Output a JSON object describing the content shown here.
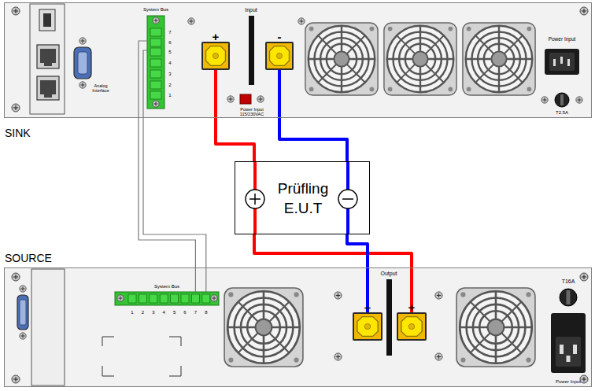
{
  "diagram": {
    "nodes": [
      {
        "text": [
          "SINK"
        ]
      },
      {
        "text": [
          "+"
        ],
        "in": 0
      },
      {
        "text": [
          "-"
        ],
        "in": 0
      },
      {
        "text": [
          "Prüfling E.U.T"
        ]
      },
      {
        "text": [
          "SOURCE"
        ]
      },
      {
        "text": [
          "–"
        ],
        "in": 4
      },
      {
        "text": [
          "+"
        ],
        "in": 4
      }
    ],
    "edges": [
      {
        "from": 1,
        "to": 3,
        "arrow": "none"
      },
      {
        "from": 2,
        "to": 3,
        "arrow": "none"
      },
      {
        "from": 3,
        "to": 6,
        "arrow": "none"
      },
      {
        "from": 3,
        "to": 5,
        "arrow": "none"
      }
    ],
    "labels": [
      "Analog Interface",
      "System Bus",
      "7",
      "6",
      "5",
      "4",
      "3",
      "2",
      "1",
      "Input",
      "Power Input 115/230VAC",
      "Power Input",
      "T2.5A",
      "System Bus",
      "1",
      "2",
      "3",
      "4",
      "5",
      "6",
      "7",
      "8",
      "Output",
      "T16A",
      "Power Input"
    ]
  }
}
